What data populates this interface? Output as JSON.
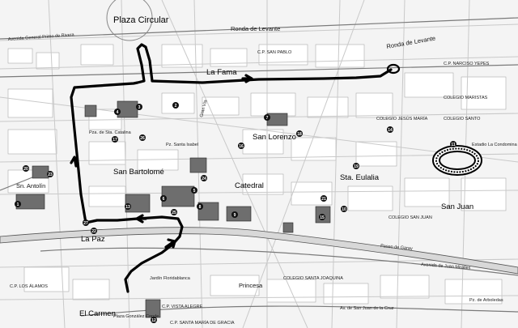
{
  "labels": {
    "plaza_circular": "Plaza Circular",
    "ronda_levante_top": "Ronda de Levante",
    "ronda_levante_right": "Ronda de Levante",
    "avenida_primo_rivera": "Avenida General Primo de Rivera",
    "la_fama": "La Fama",
    "san_lorenzo": "San Lorenzo",
    "san_bartolome": "San Bartolomé",
    "catedral": "Catedral",
    "sta_eulalia": "Sta. Eulalia",
    "san_juan": "San Juan",
    "la_paz": "La Paz",
    "el_carmen": "El Carmen",
    "plaza_gonzalez": "Plaza González Conde",
    "sn_antolin": "Sn. Antolín",
    "jardin_floridablanca": "Jardín Floridablanca",
    "princesa": "Princesa",
    "colegio_santa_joaquina": "COLEGIO SANTA JOAQUINA",
    "colegio_san_juan": "COLEGIO SAN JUAN",
    "colegio_maristas": "COLEGIO MARISTAS",
    "colegio_santo": "COLEGIO SANTO",
    "colegio_jesus_maria": "COLEGIO JESÚS MARÍA",
    "la_condomina": "Estadio La Condomina",
    "paseo_de_garay": "Paseo de Garay",
    "av_san_juan_cruz": "Av. de San Juan de la Cruz",
    "av_juan_miralles": "Avenida de Juan Miralles",
    "gran_via": "Gran Vía",
    "plaza_santa_isabel": "Pz. Santa Isabel",
    "plaza_sta_catalina": "Pza. de Sta. Catalina",
    "cp_larra": "C.P. SAN PABLO",
    "cp_narciso": "C.P. NARCISO YEPES",
    "cp_los_alamos": "C.P. LOS ÁLAMOS",
    "cp_vista_alegre": "C.P. VISTA ALEGRE",
    "cp_santa_maria": "C.P. SANTA MARÍA DE GRACIA",
    "plaza_arboledas": "Pz. de Arboledas"
  },
  "markers": [
    "1",
    "2",
    "3",
    "4",
    "5",
    "6",
    "7",
    "8",
    "9",
    "10",
    "11",
    "12",
    "13",
    "14",
    "15",
    "16",
    "17",
    "18",
    "19",
    "20",
    "21",
    "22",
    "23",
    "24",
    "25",
    "26",
    "27"
  ]
}
